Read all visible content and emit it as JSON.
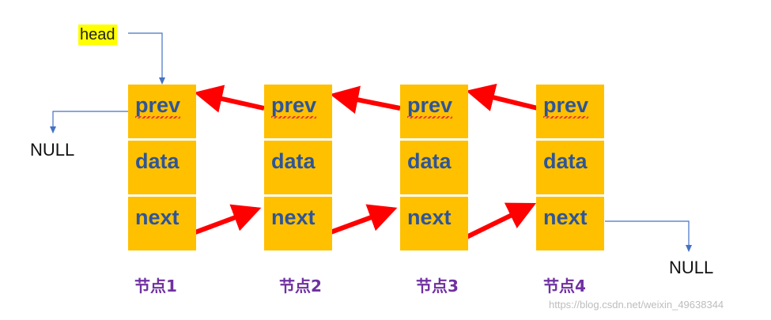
{
  "head_label": "head",
  "null_left": "NULL",
  "null_right": "NULL",
  "nodes": [
    {
      "prev": "prev",
      "data": "data",
      "next": "next",
      "caption": "节点1"
    },
    {
      "prev": "prev",
      "data": "data",
      "next": "next",
      "caption": "节点2"
    },
    {
      "prev": "prev",
      "data": "data",
      "next": "next",
      "caption": "节点3"
    },
    {
      "prev": "prev",
      "data": "data",
      "next": "next",
      "caption": "节点4"
    }
  ],
  "watermark": "https://blog.csdn.net/weixin_49638344",
  "colors": {
    "cell_fill": "#ffc000",
    "cell_text": "#2f5597",
    "pointer_arrow": "#ff0000",
    "connector_line": "#4472c4",
    "caption_text": "#7030a0",
    "head_highlight": "#ffff00"
  }
}
